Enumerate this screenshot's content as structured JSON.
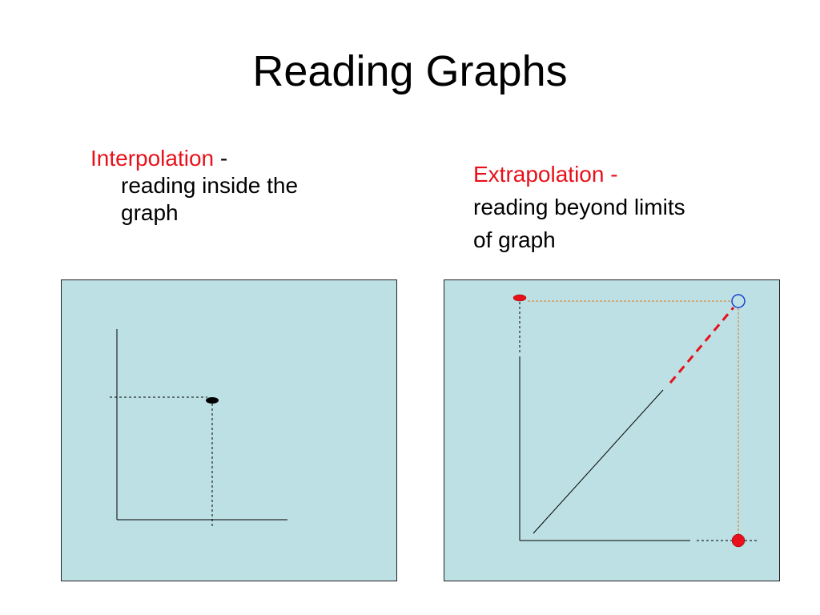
{
  "title": "Reading Graphs",
  "interpolation": {
    "term": "Interpolation",
    "dash": " -",
    "line1": "reading inside the",
    "line2": "graph"
  },
  "extrapolation": {
    "term": "Extrapolation -",
    "line1": "reading beyond limits",
    "line2": "of graph"
  },
  "colors": {
    "panel_bg": "#bce0e3",
    "accent_red": "#e8101a",
    "guide_orange": "#e07a1a",
    "open_circle_blue": "#1a3fd6"
  }
}
